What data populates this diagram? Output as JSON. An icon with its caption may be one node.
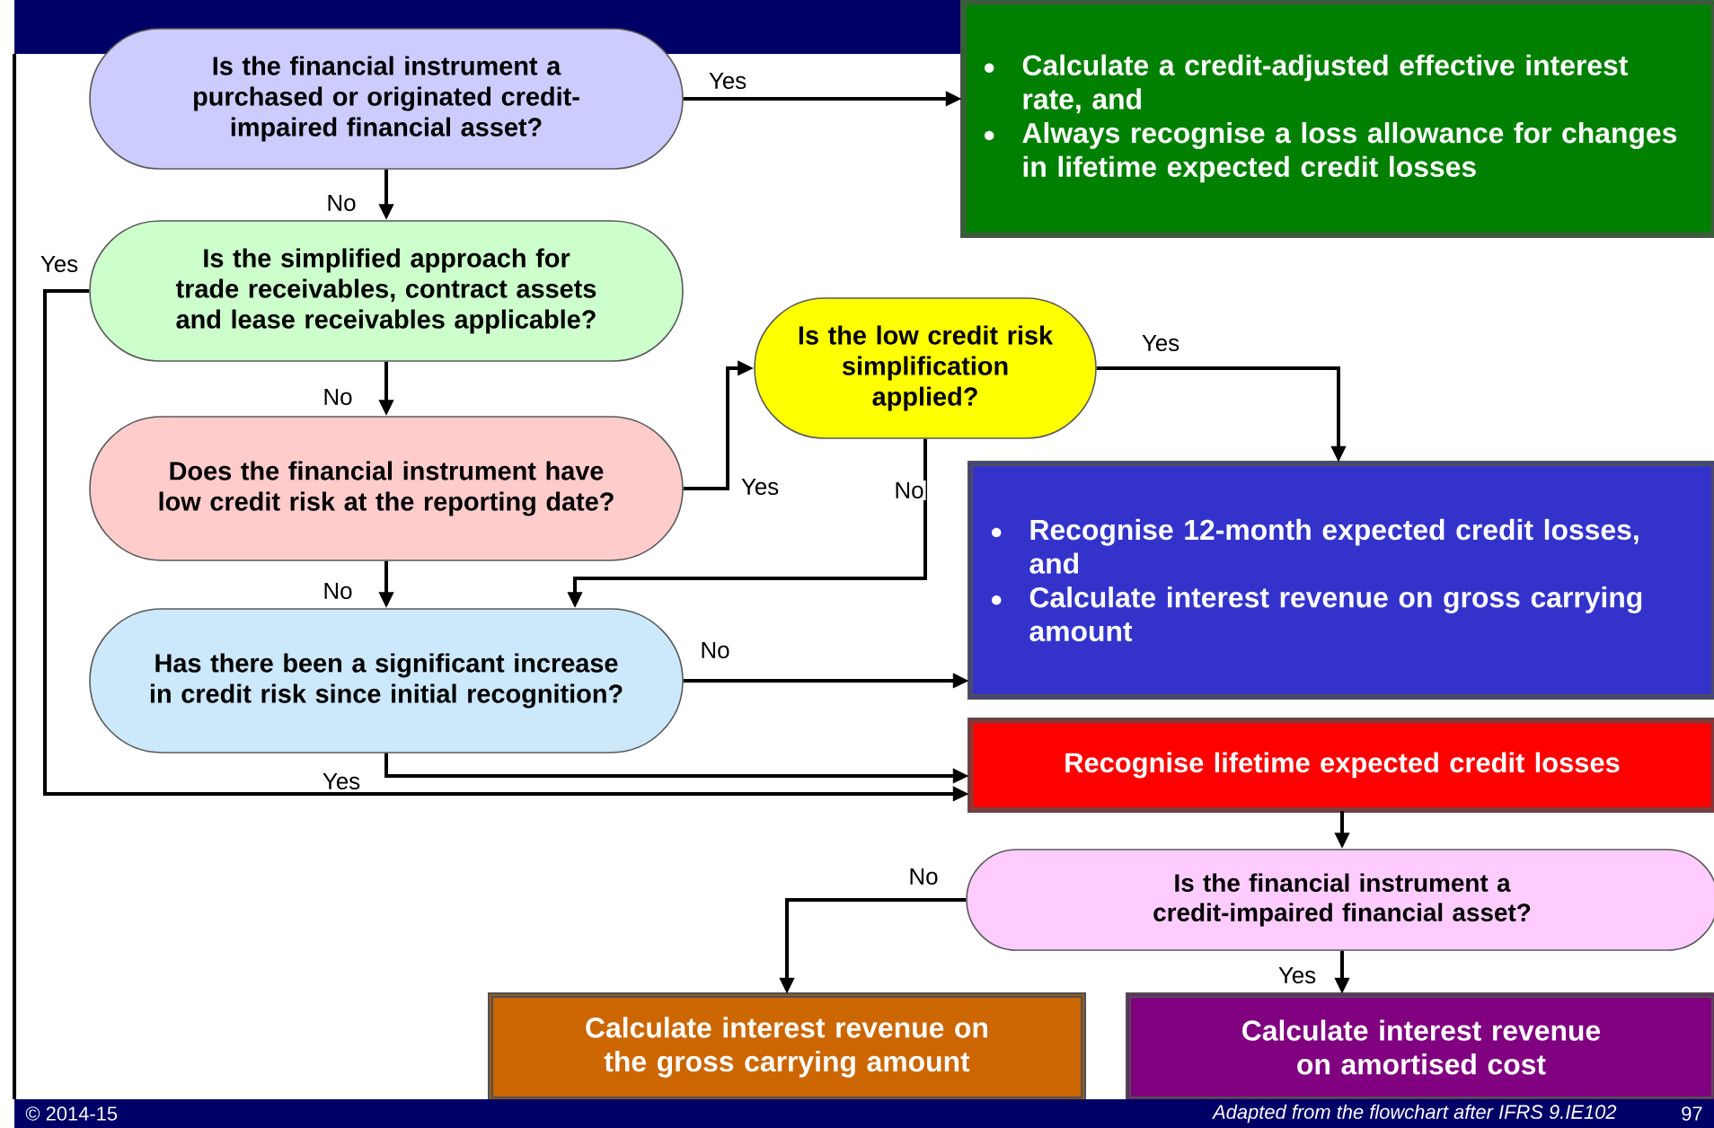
{
  "diagram": {
    "nodes": [
      {
        "text": [
          "Is the financial instrument a purchased or originated credit-impaired financial asset?"
        ]
      },
      {
        "text": [
          "Calculate a credit-adjusted effective interest rate, and",
          "Always recognise a loss allowance for changes in lifetime expected credit losses"
        ]
      },
      {
        "text": [
          "Is the simplified approach for trade receivables, contract assets and lease receivables applicable?"
        ]
      },
      {
        "text": [
          "Does the financial instrument have low credit risk at the reporting date?"
        ]
      },
      {
        "text": [
          "Is the low credit risk simplification applied?"
        ]
      },
      {
        "text": [
          "Recognise 12-month expected credit losses, and",
          "Calculate interest revenue on gross carrying amount"
        ]
      },
      {
        "text": [
          "Has there been a significant increase in credit risk since initial recognition?"
        ]
      },
      {
        "text": [
          "Recognise lifetime expected credit losses"
        ]
      },
      {
        "text": [
          "Is the financial instrument a credit-impaired financial asset?"
        ]
      },
      {
        "text": [
          "Calculate interest revenue on the gross carrying amount"
        ]
      },
      {
        "text": [
          "Calculate interest revenue on amortised cost"
        ]
      }
    ],
    "edges": [
      {
        "from": 0,
        "to": 1,
        "arrow": "to",
        "label": "Yes"
      },
      {
        "from": 0,
        "to": 2,
        "arrow": "to",
        "label": "No"
      },
      {
        "from": 2,
        "to": 7,
        "arrow": "to",
        "label": "Yes"
      },
      {
        "from": 2,
        "to": 3,
        "arrow": "to",
        "label": "No"
      },
      {
        "from": 3,
        "to": 4,
        "arrow": "to",
        "label": "Yes"
      },
      {
        "from": 3,
        "to": 6,
        "arrow": "to",
        "label": "No"
      },
      {
        "from": 4,
        "to": 5,
        "arrow": "to",
        "label": "Yes"
      },
      {
        "from": 4,
        "to": 6,
        "arrow": "to",
        "label": "No"
      },
      {
        "from": 6,
        "to": 5,
        "arrow": "to",
        "label": "No"
      },
      {
        "from": 6,
        "to": 7,
        "arrow": "to",
        "label": "Yes"
      },
      {
        "from": 7,
        "to": 8,
        "arrow": "to"
      },
      {
        "from": 8,
        "to": 9,
        "arrow": "to",
        "label": "No"
      },
      {
        "from": 8,
        "to": 10,
        "arrow": "to",
        "label": "Yes"
      }
    ],
    "labels": [
      "© 2014-15",
      "*Adapted from the flowchart after IFRS 9.IE102*",
      "97"
    ]
  }
}
